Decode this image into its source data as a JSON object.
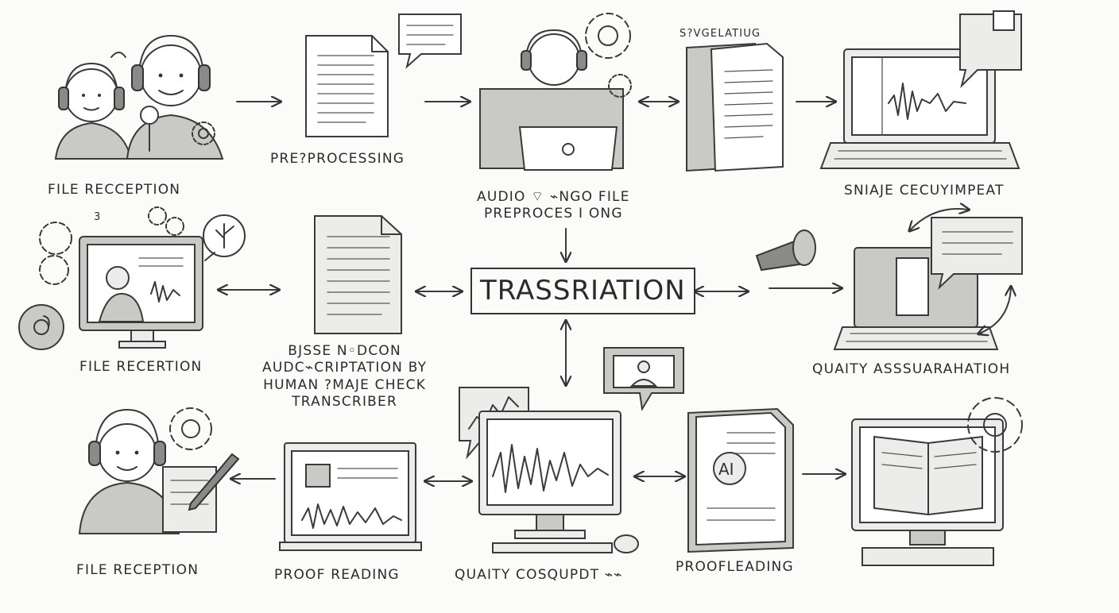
{
  "labels": {
    "file_reception_1": "FILE RECCEPTION",
    "preprocessing": "PRE?PROCESSING",
    "audio_file_preprocessing": "AUDIO ⌔ ⌁NGO FILE\nPREPROCES I ONG",
    "svgelatiug": "S?VGELATIUG",
    "sniaje": "SNIAJE CECUYIMPEAT",
    "num_3": "3",
    "file_reception_2": "FILE RECERTION",
    "based_audio": "BJSSE N◦DCON\nAUDC⌁CRIPTATION BY\nHUMAN ?MAJE CHECK\nTRANSCRIBER",
    "trassriation": "TRASSRIATION",
    "quaity_assurance": "QUAITY ASSSUARAHATIOH",
    "file_reception_3": "FILE RECEPTION",
    "proof_reading": "PROOF READING",
    "quaity_cosqupdt": "QUAITY COSQUPDT ⌁⌁",
    "proofleading": "PROOFLEADING"
  },
  "icons": [
    "headset-person-icon",
    "gear-icon",
    "document-icon",
    "speech-bubble-icon",
    "laptop-icon",
    "waveform-monitor-icon",
    "desktop-monitor-icon",
    "megaphone-icon",
    "at-sign-icon",
    "pencil-icon",
    "mouse-icon",
    "book-icon",
    "arrow-icon",
    "double-arrow-icon"
  ],
  "colors": {
    "ink": "#3a3a3a",
    "shade": "#c9c9c6",
    "paper": "#fbfbf9"
  }
}
